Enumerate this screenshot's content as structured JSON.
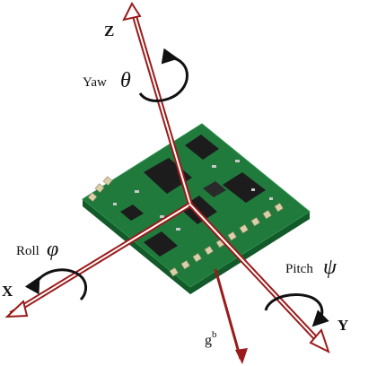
{
  "labels": {
    "axis_z": "Z",
    "axis_x": "X",
    "axis_y": "Y",
    "yaw": "Yaw",
    "yaw_symbol": "θ",
    "roll": "Roll",
    "roll_symbol": "φ",
    "pitch": "Pitch",
    "pitch_symbol": "ψ",
    "gravity_base": "g",
    "gravity_sup": "b"
  },
  "colors": {
    "axis": "#9b1b1b",
    "board": "#1f7a3c",
    "board_dark": "#135a2a",
    "chip": "#1c1c1c",
    "pad": "#d9cfa8",
    "rotation_arrow": "#111111"
  }
}
